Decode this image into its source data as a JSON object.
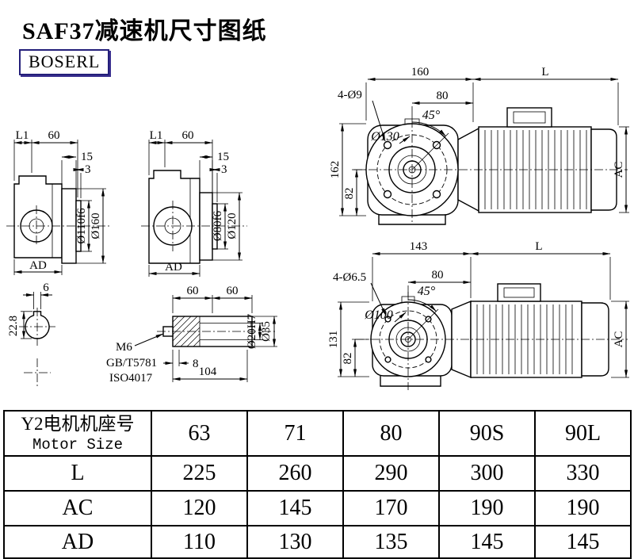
{
  "page": {
    "title": "SAF37减速机尺寸图纸",
    "logo": "BOSERL"
  },
  "drawings": {
    "flange_view_large": {
      "total_width": "160",
      "motor_len": "L",
      "holes": "4-Ø9",
      "half": "80",
      "angle": "45°",
      "bolt_circle": "Ø130",
      "height": "162",
      "below_center": "82",
      "motor_height": "AC"
    },
    "flange_view_small": {
      "total_width": "143",
      "motor_len": "L",
      "holes": "4-Ø6.5",
      "half": "80",
      "angle": "45°",
      "bolt_circle": "Ø100",
      "height": "131",
      "below_center": "82",
      "motor_height": "AC"
    },
    "side_view_large": {
      "l1": "L1",
      "sixty": "60",
      "fifteen": "15",
      "three": "3",
      "pilot": "Ø110f6",
      "flange_od": "Ø160",
      "ad": "AD"
    },
    "side_view_small": {
      "l1": "L1",
      "sixty": "60",
      "fifteen": "15",
      "three": "3",
      "pilot": "Ø80f6",
      "flange_od": "Ø120",
      "ad": "AD"
    },
    "bore_section": {
      "key_width": "6",
      "key_height": "22.8"
    },
    "shaft_detail": {
      "len1": "60",
      "len2": "60",
      "thread": "M6",
      "std1": "GB/T5781",
      "std2": "ISO4017",
      "depth": "8",
      "bore_len": "104",
      "bore_dia": "Ø20H7",
      "hub_dia": "Ø35"
    }
  },
  "table": {
    "header": {
      "cn": "Y2电机机座号",
      "en": "Motor Size"
    },
    "sizes": [
      "63",
      "71",
      "80",
      "90S",
      "90L"
    ],
    "rows": [
      {
        "label": "L",
        "values": [
          "225",
          "260",
          "290",
          "300",
          "330"
        ]
      },
      {
        "label": "AC",
        "values": [
          "120",
          "145",
          "170",
          "190",
          "190"
        ]
      },
      {
        "label": "AD",
        "values": [
          "110",
          "130",
          "135",
          "145",
          "145"
        ]
      }
    ]
  }
}
